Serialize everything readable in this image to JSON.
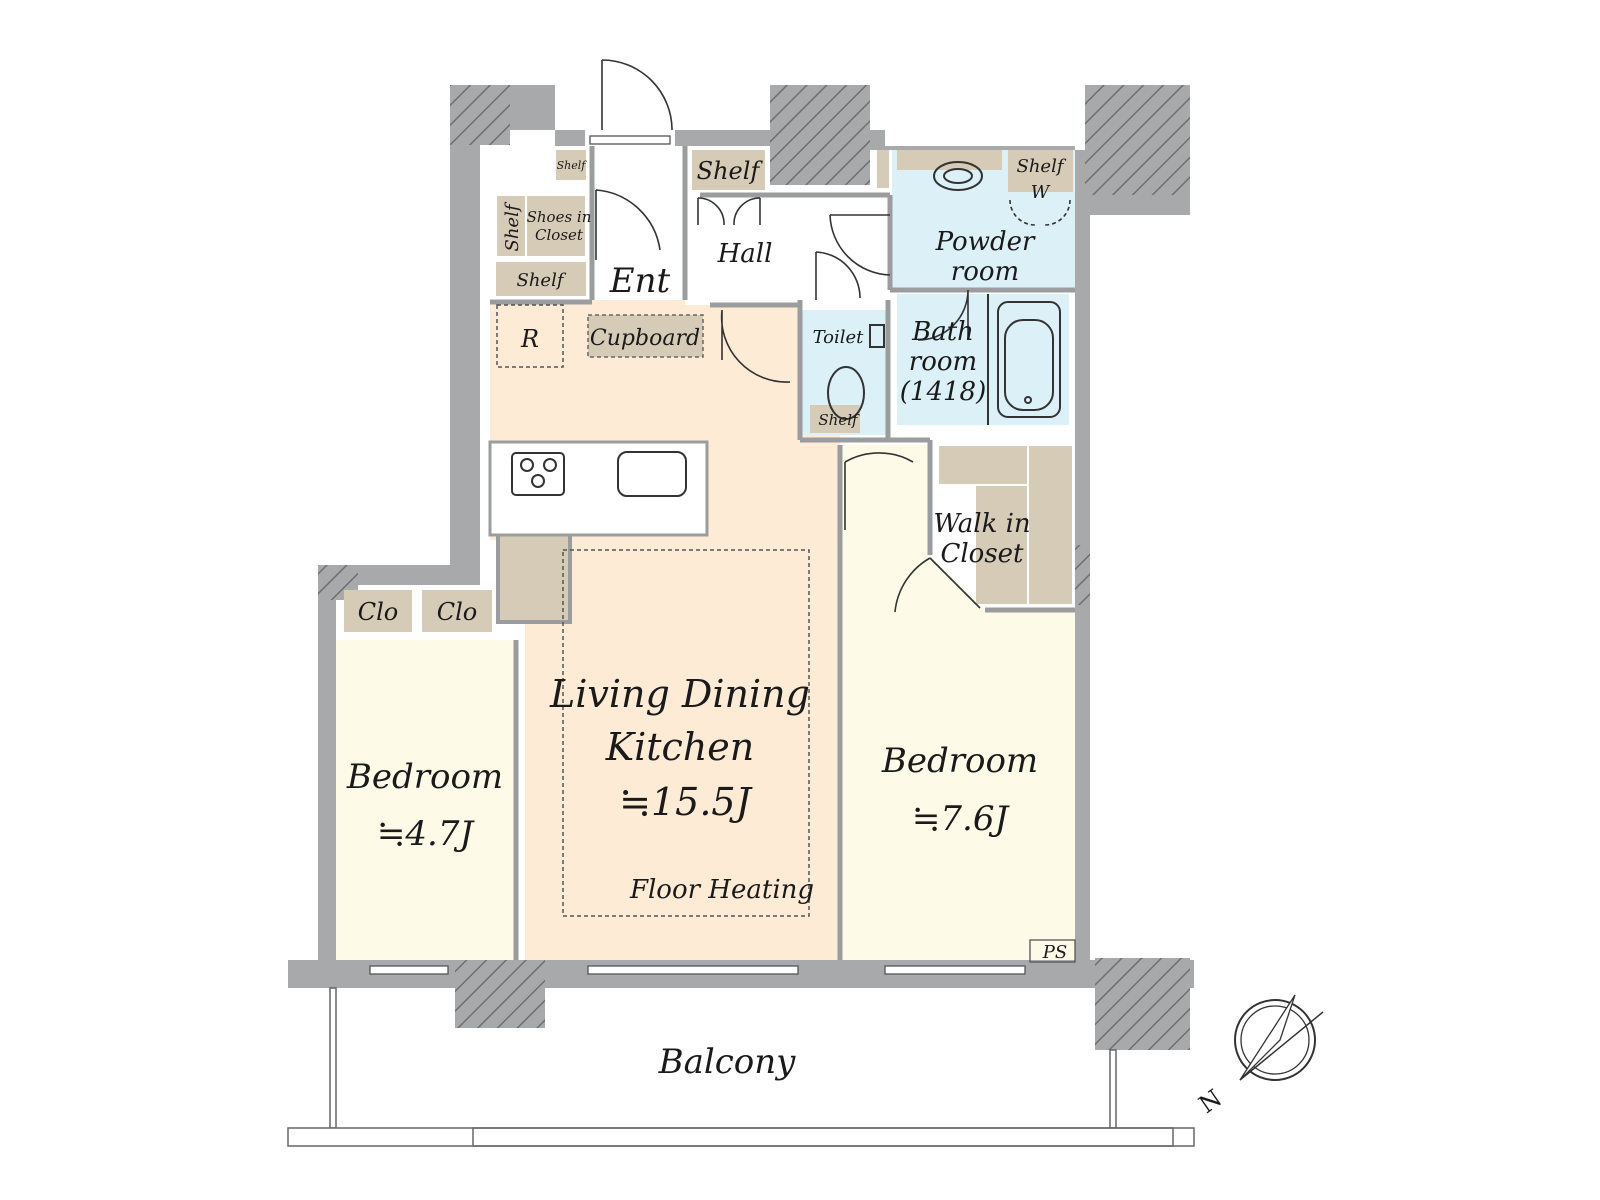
{
  "rooms": {
    "ldk": {
      "name_line1": "Living Dining",
      "name_line2": "Kitchen",
      "area": "≒15.5J",
      "note": "Floor Heating"
    },
    "bedroom_left": {
      "name": "Bedroom",
      "area": "≒4.7J"
    },
    "bedroom_right": {
      "name": "Bedroom",
      "area": "≒7.6J"
    },
    "hall": "Hall",
    "entrance": "Ent",
    "toilet": "Toilet",
    "bathroom": {
      "line1": "Bath",
      "line2": "room",
      "line3": "(1418)"
    },
    "powder_room": {
      "line1": "Powder",
      "line2": "room"
    },
    "walk_in_closet": {
      "line1": "Walk in",
      "line2": "Closet"
    },
    "balcony": "Balcony"
  },
  "fixtures": {
    "shelf": "Shelf",
    "shoes_in_closet": {
      "line1": "Shoes in",
      "line2": "Closet"
    },
    "cupboard": "Cupboard",
    "refrigerator": "R",
    "closet_left": "Clo",
    "closet_right": "Clo",
    "washer": "W",
    "pipe_space": "PS"
  },
  "compass": {
    "north": "N"
  },
  "colors": {
    "wall": "#a7a9ab",
    "ldk": "#fdebd6",
    "bedroom": "#fdfbe8",
    "wet": "#dcf0f8",
    "storage": "#d6cbb6"
  }
}
